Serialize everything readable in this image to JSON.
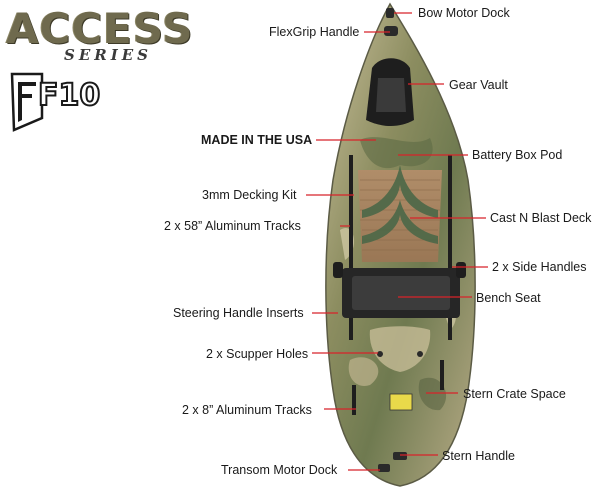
{
  "logo": {
    "brand": "ACCESS",
    "series": "SERIES",
    "model": "F10"
  },
  "labels": {
    "bow_motor_dock": "Bow Motor Dock",
    "flexgrip_handle": "FlexGrip Handle",
    "gear_vault": "Gear Vault",
    "made_in_usa": "MADE IN THE USA",
    "battery_box_pod": "Battery Box Pod",
    "decking_kit": "3mm Decking Kit",
    "cast_n_blast_deck": "Cast N Blast Deck",
    "aluminum_tracks_58": "2 x 58” Aluminum Tracks",
    "side_handles": "2 x Side Handles",
    "bench_seat": "Bench Seat",
    "steering_handle_inserts": "Steering Handle Inserts",
    "scupper_holes": "2 x Scupper Holes",
    "stern_crate_space": "Stern Crate Space",
    "aluminum_tracks_8": "2 x 8” Aluminum Tracks",
    "stern_handle": "Stern Handle",
    "transom_motor_dock": "Transom Motor Dock"
  },
  "colors": {
    "leader_line": "#d8232a",
    "hull_camo_light": "#c8bf9c",
    "hull_camo_mid": "#8a8a5e",
    "hull_camo_dark": "#4f5a3c",
    "deck_pad": "#a5805c",
    "seat": "#262626"
  },
  "icons": {
    "access_logo": "access-series-logo",
    "f10_badge": "f10-badge"
  }
}
